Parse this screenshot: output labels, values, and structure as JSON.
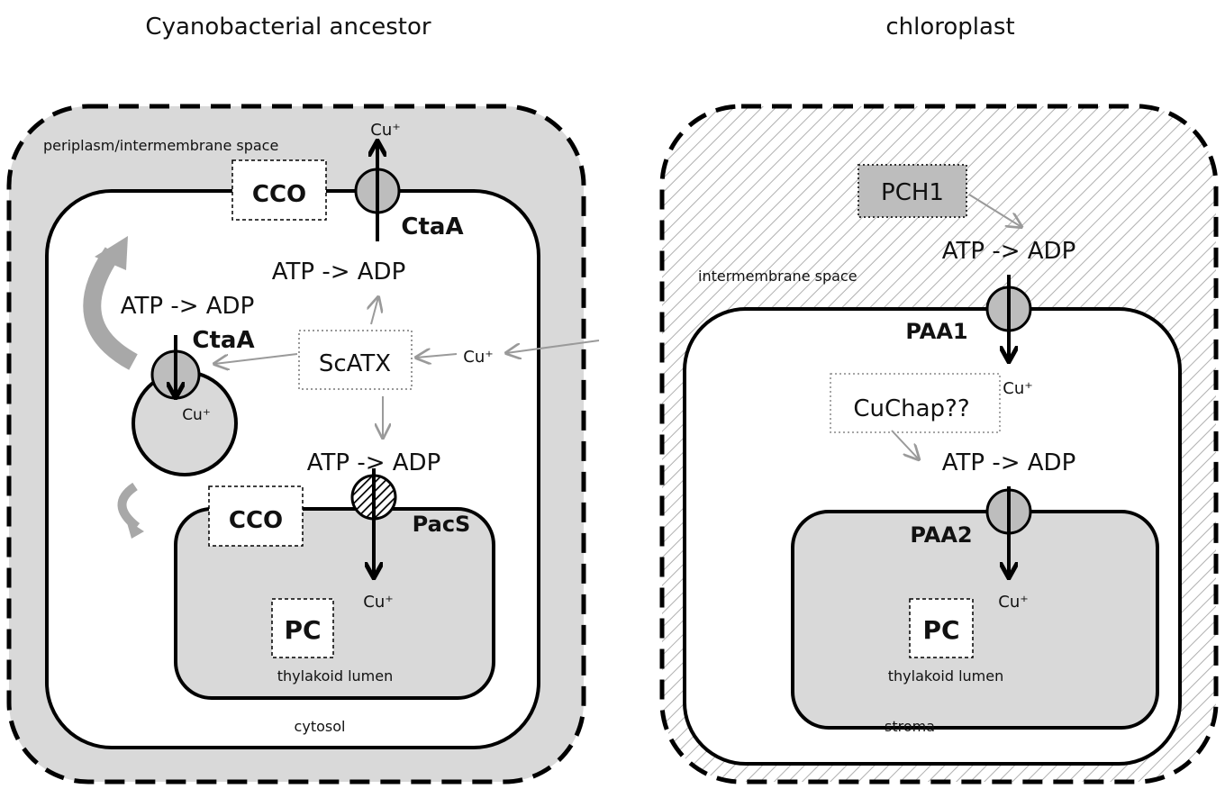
{
  "left": {
    "title": "Cyanobacterial ancestor",
    "outer_label": "periplasm/intermembrane space",
    "cco_top": "CCO",
    "cu_top": "Cu⁺",
    "ctaa_top": "CtaA",
    "atp_top": "ATP -> ADP",
    "atp_left": "ATP -> ADP",
    "ctaa_vesicle": "CtaA",
    "cu_vesicle": "Cu⁺",
    "scatx": "ScATX",
    "cu_in": "Cu⁺",
    "atp_lower": "ATP -> ADP",
    "cco_thylakoid": "CCO",
    "pacs": "PacS",
    "cu_lumen": "Cu⁺",
    "pc": "PC",
    "lumen_label": "thylakoid lumen",
    "cytosol_label": "cytosol"
  },
  "right": {
    "title": "chloroplast",
    "pch1": "PCH1",
    "atp_top": "ATP -> ADP",
    "outer_label": "intermembrane space",
    "paa1": "PAA1",
    "cuchap": "CuChap??",
    "cu_cuchap": "Cu⁺",
    "atp_lower": "ATP -> ADP",
    "paa2": "PAA2",
    "cu_lumen": "Cu⁺",
    "pc": "PC",
    "lumen_label": "thylakoid lumen",
    "stroma_label": "stroma"
  },
  "colors": {
    "compartment_gray": "#d9d9d9",
    "transporter_gray": "#bdbdbd",
    "arrow_gray": "#9a9a9a"
  }
}
